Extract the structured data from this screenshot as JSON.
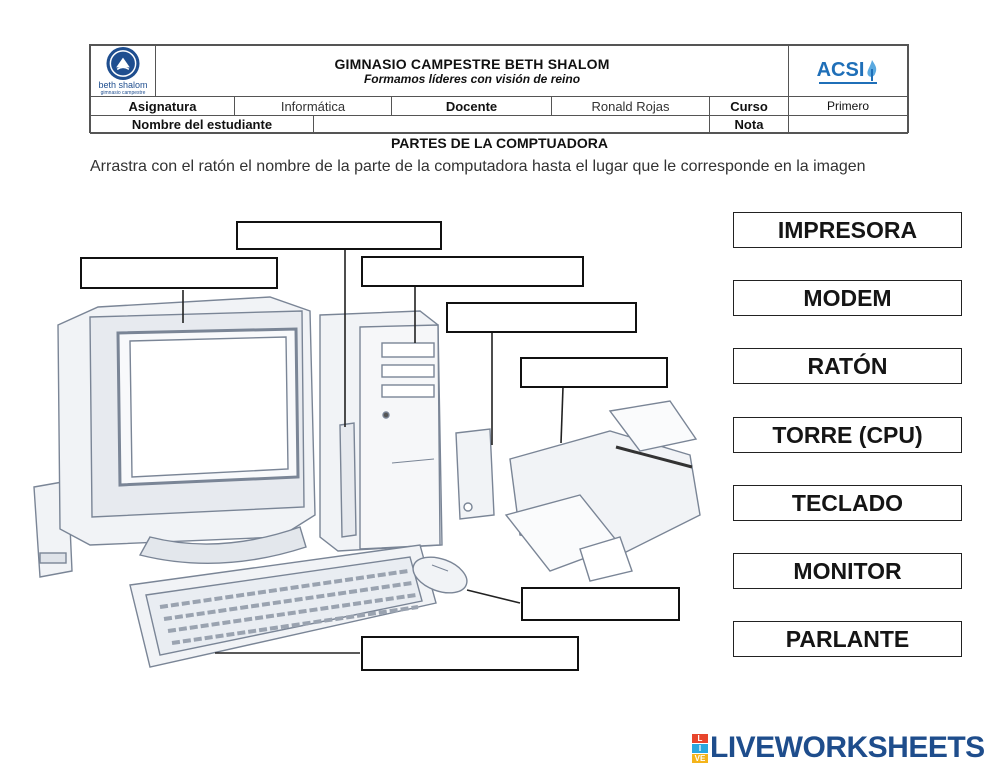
{
  "header": {
    "school_logo_text": "beth shalom",
    "school_logo_subtext": "gimnasio campestre",
    "school_name": "GIMNASIO CAMPESTRE BETH SHALOM",
    "motto": "Formamos líderes con visión de reino",
    "accreditation_logo_text": "ACSI",
    "subject_label": "Asignatura",
    "subject_value": "Informática",
    "teacher_label": "Docente",
    "teacher_value": "Ronald Rojas",
    "grade_label": "Curso",
    "grade_value": "Primero",
    "student_label": "Nombre del estudiante",
    "student_value": "",
    "score_label": "Nota",
    "score_value": ""
  },
  "title": "PARTES DE LA COMPTUADORA",
  "instructions": "Arrastra con el ratón el nombre de la parte de la computadora hasta el lugar que le corresponde en la imagen",
  "word_cards": [
    "IMPRESORA",
    "MODEM",
    "RATÓN",
    "TORRE (CPU)",
    "TECLADO",
    "MONITOR",
    "PARLANTE"
  ],
  "brand": {
    "name": "LIVEWORKSHEETS",
    "mark_letters": [
      "L",
      "I",
      "VE"
    ],
    "colors": {
      "text": "#1e4d8c",
      "mark1": "#e8452c",
      "mark2": "#2aa7de",
      "mark3": "#f4b41a"
    }
  }
}
